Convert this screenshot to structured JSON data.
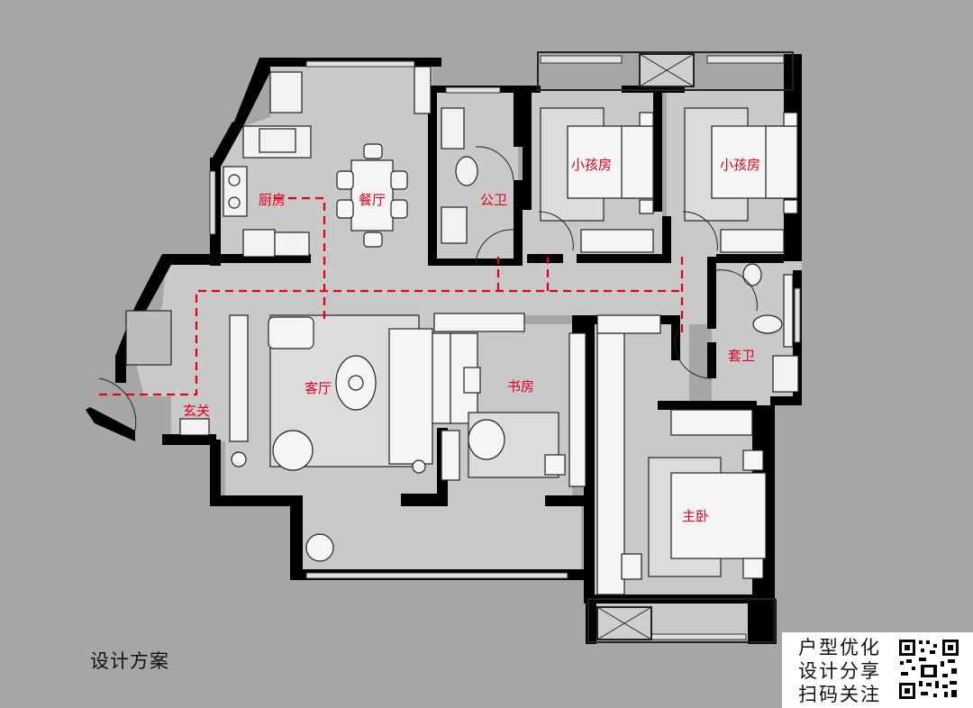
{
  "rooms": {
    "kitchen": "厨房",
    "dining": "餐厅",
    "public_bath": "公卫",
    "kids_room_1": "小孩房",
    "kids_room_2": "小孩房",
    "ensuite_bath": "套卫",
    "living": "客厅",
    "study": "书房",
    "entrance": "玄关",
    "master_bedroom": "主卧"
  },
  "caption": "设计方案",
  "promo": {
    "line1": "户型优化",
    "line2": "设计分享",
    "line3": "扫码关注"
  },
  "colors": {
    "background": "#a6a6a6",
    "wall": "#000000",
    "floor": "#c8c8c8",
    "circulation_line": "#e0001b"
  }
}
